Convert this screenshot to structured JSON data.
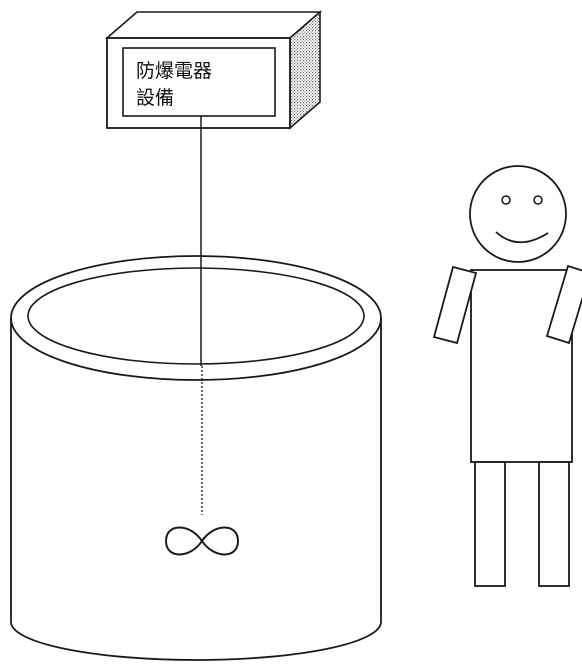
{
  "device": {
    "label_line1": "防爆電器",
    "label_line2": "設備"
  },
  "colors": {
    "stroke": "#1a1a1a",
    "box_side_fill": "#c8c8c8",
    "background": "#ffffff"
  },
  "icons": {
    "agitator": "infinity-symbol",
    "person": "smiley-stick-figure"
  }
}
